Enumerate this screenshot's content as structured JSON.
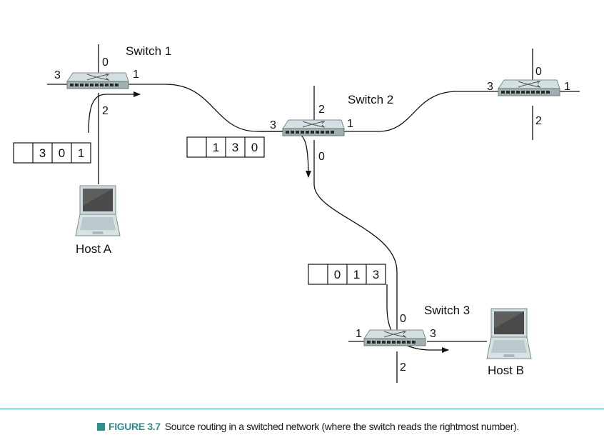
{
  "switches": [
    {
      "name": "Switch 1",
      "ports": [
        "0",
        "1",
        "2",
        "3"
      ]
    },
    {
      "name": "Switch 2",
      "ports": [
        "0",
        "1",
        "2",
        "3"
      ]
    },
    {
      "name": "Switch 3",
      "ports": [
        "0",
        "1",
        "2",
        "3"
      ]
    },
    {
      "name": "",
      "ports": [
        "0",
        "1",
        "2",
        "3"
      ]
    }
  ],
  "hosts": [
    {
      "name": "Host A"
    },
    {
      "name": "Host B"
    }
  ],
  "headers": [
    {
      "cells": [
        "",
        "3",
        "0",
        "1"
      ]
    },
    {
      "cells": [
        "",
        "1",
        "3",
        "0"
      ]
    },
    {
      "cells": [
        "",
        "0",
        "1",
        "3"
      ]
    }
  ],
  "caption": {
    "label": "FIGURE 3.7",
    "text": "Source routing in a switched network (where the switch reads the rightmost number)."
  },
  "colors": {
    "accent": "#2f8f8b",
    "switch_body": "#c9d6d8",
    "screen": "#4a4a4a"
  }
}
